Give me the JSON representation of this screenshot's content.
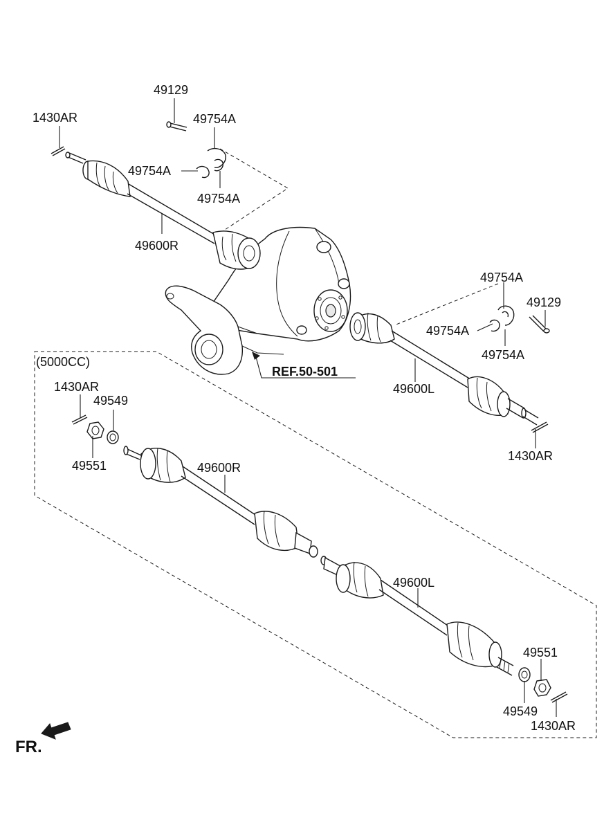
{
  "labels": {
    "bolt_top": "49129",
    "cotter_top_left": "1430AR",
    "clip_top_1": "49754A",
    "clip_top_2": "49754A",
    "clip_top_3": "49754A",
    "shaft_top_right": "49600R",
    "clip_right_1": "49754A",
    "bolt_right": "49129",
    "clip_right_2": "49754A",
    "clip_right_3": "49754A",
    "reference": "REF.50-501",
    "shaft_top_left": "49600L",
    "cotter_top_right": "1430AR",
    "variant_group": "(5000CC)",
    "cotter_low_left": "1430AR",
    "washer_low_left": "49549",
    "nut_low_left": "49551",
    "shaft_low_right": "49600R",
    "shaft_low_left": "49600L",
    "nut_low_right": "49551",
    "washer_low_right": "49549",
    "cotter_low_right": "1430AR",
    "front_indicator": "FR."
  },
  "icons": {
    "front_arrow": "arrow-down-left-icon"
  }
}
